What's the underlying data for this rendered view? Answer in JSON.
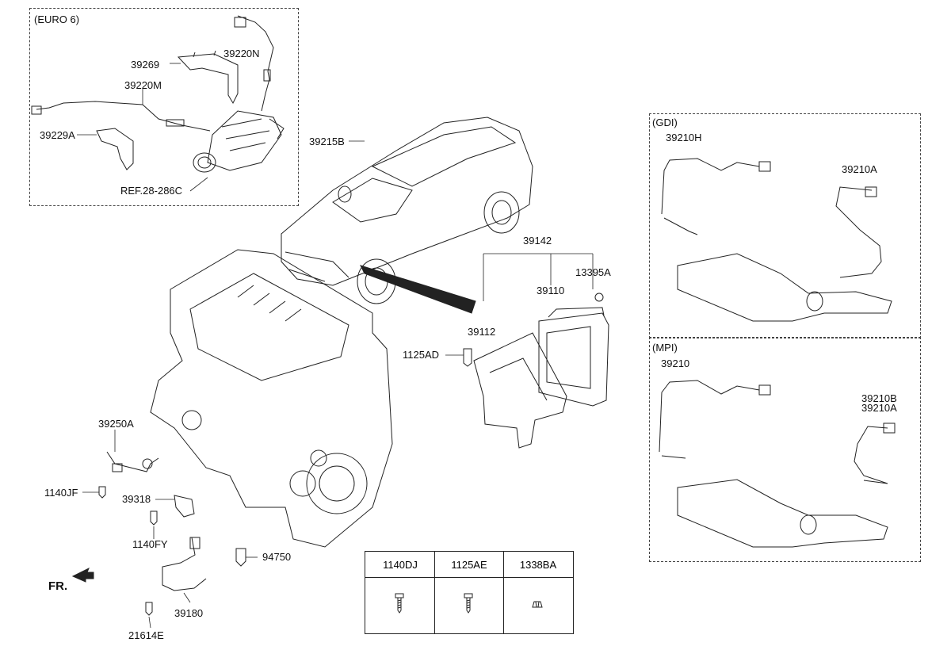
{
  "groups": {
    "euro6": "(EURO 6)",
    "gdi": "(GDI)",
    "mpi": "(MPI)"
  },
  "labels": {
    "p39220N": "39220N",
    "p39269": "39269",
    "p39220M": "39220M",
    "p39229A": "39229A",
    "ref28": "REF.28-286C",
    "p39215B": "39215B",
    "p39142": "39142",
    "p13395A": "13395A",
    "p39110": "39110",
    "p39112": "39112",
    "p1125AD": "1125AD",
    "p39250A": "39250A",
    "p1140JF": "1140JF",
    "p39318": "39318",
    "p1140FY": "1140FY",
    "p94750": "94750",
    "p39180": "39180",
    "p21614E": "21614E",
    "fr": "FR.",
    "gdi39210H": "39210H",
    "gdi39210A": "39210A",
    "mpi39210": "39210",
    "mpi39210B": "39210B",
    "mpi39210A": "39210A"
  },
  "fastener_table": {
    "headers": [
      "1140DJ",
      "1125AE",
      "1338BA"
    ],
    "icons": [
      "bolt-icon",
      "bolt-icon",
      "nut-icon"
    ]
  },
  "colors": {
    "line": "#222222",
    "frame": "#444444"
  }
}
